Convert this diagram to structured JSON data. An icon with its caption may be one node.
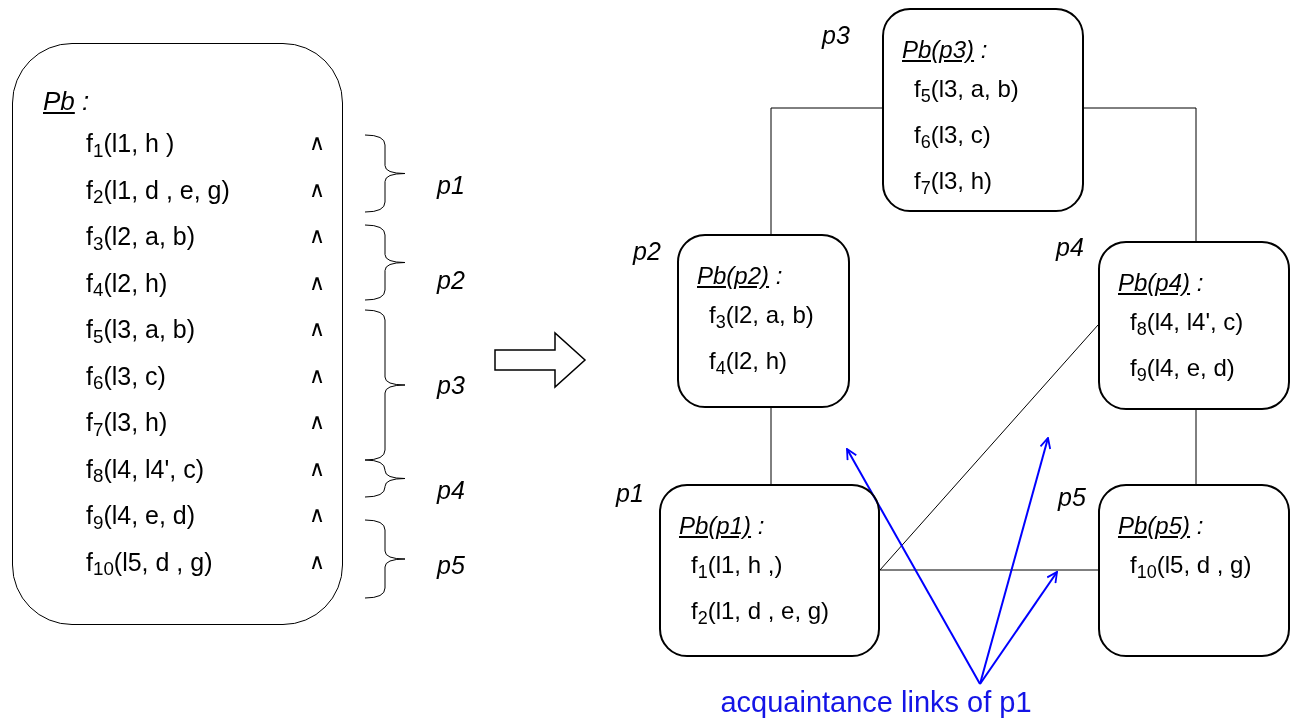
{
  "diagram": {
    "nodes": [
      {
        "text": [
          "Pb :",
          "f$_{1}$(l1, h )",
          "∧",
          "f$_{2}$(l1, d , e, g)",
          "∧",
          "f$_{3}$(l2, a, b)",
          "∧",
          "f$_{4}$(l2, h)",
          "∧",
          "f$_{5}$(l3, a, b)",
          "∧",
          "f$_{6}$(l3, c)",
          "∧",
          "f$_{7}$(l3, h)",
          "∧",
          "f$_{8}$(l4, l4', c)",
          "∧",
          "f$_{9}$(l4, e, d)",
          "∧",
          "f$_{10}$(l5, d , g)",
          "∧"
        ]
      },
      {
        "text": [
          "Pb(p3) :",
          "f$_{5}$(l3, a, b)",
          "f$_{6}$(l3, c)",
          "f$_{7}$(l3, h)"
        ],
        "beside": [
          "p3"
        ]
      },
      {
        "text": [
          "Pb(p2) :",
          "f$_{3}$(l2, a, b)",
          "f$_{4}$(l2, h)"
        ],
        "beside": [
          "p2"
        ]
      },
      {
        "text": [
          "Pb(p4) :",
          "f$_{8}$(l4, l4', c)",
          "f$_{9}$(l4, e, d)"
        ],
        "beside": [
          "p4"
        ]
      },
      {
        "text": [
          "Pb(p1) :",
          "f$_{1}$(l1, h ,)",
          "f$_{2}$(l1, d , e, g)"
        ],
        "beside": [
          "p1"
        ]
      },
      {
        "text": [
          "Pb(p5) :",
          "f$_{10}$(l5, d , g)"
        ],
        "beside": [
          "p5"
        ]
      },
      {
        "text": [
          "acquaintance links of p1"
        ]
      }
    ],
    "edges": [
      {
        "from": 1,
        "to": 2,
        "arrow": "none"
      },
      {
        "from": 1,
        "to": 3,
        "arrow": "none"
      },
      {
        "from": 2,
        "to": 4,
        "arrow": "none"
      },
      {
        "from": 3,
        "to": 5,
        "arrow": "none"
      },
      {
        "from": 4,
        "to": 3,
        "arrow": "none"
      },
      {
        "from": 4,
        "to": 5,
        "arrow": "none"
      },
      {
        "from": 6,
        "to": null,
        "arrow": "to",
        "color": "#0000ff"
      },
      {
        "from": 6,
        "to": null,
        "arrow": "to",
        "color": "#0000ff"
      },
      {
        "from": 6,
        "to": null,
        "arrow": "to",
        "color": "#0000ff"
      }
    ],
    "labels": [
      "p1",
      "p2",
      "p3",
      "p4",
      "p5"
    ]
  }
}
